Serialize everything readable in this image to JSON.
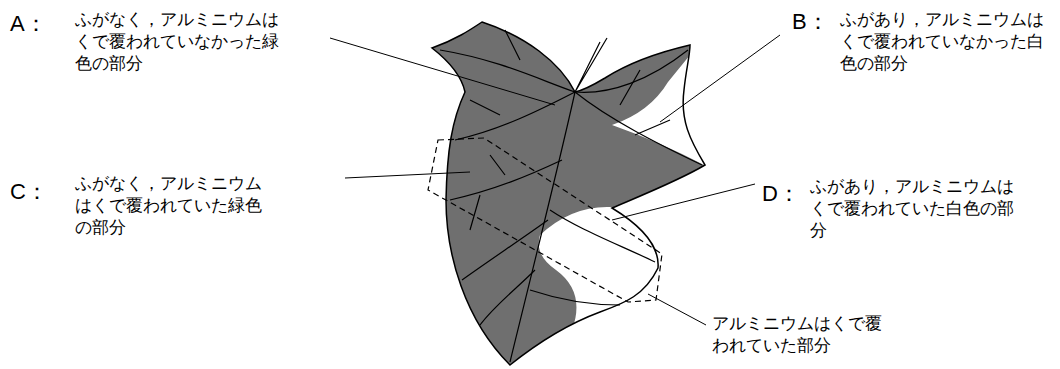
{
  "diagram": {
    "labels": [
      "A：",
      "ふがなく，アルミニウムはくで覆われていなかった緑色の部分",
      "B：",
      "ふがあり，アルミニウムはくで覆われていなかった白色の部分",
      "C：",
      "ふがなく，アルミニウムはくで覆われていた緑色の部分",
      "D：",
      "ふがあり，アルミニウムはくで覆われていた白色の部分",
      "アルミニウムはくで覆われていた部分"
    ]
  }
}
